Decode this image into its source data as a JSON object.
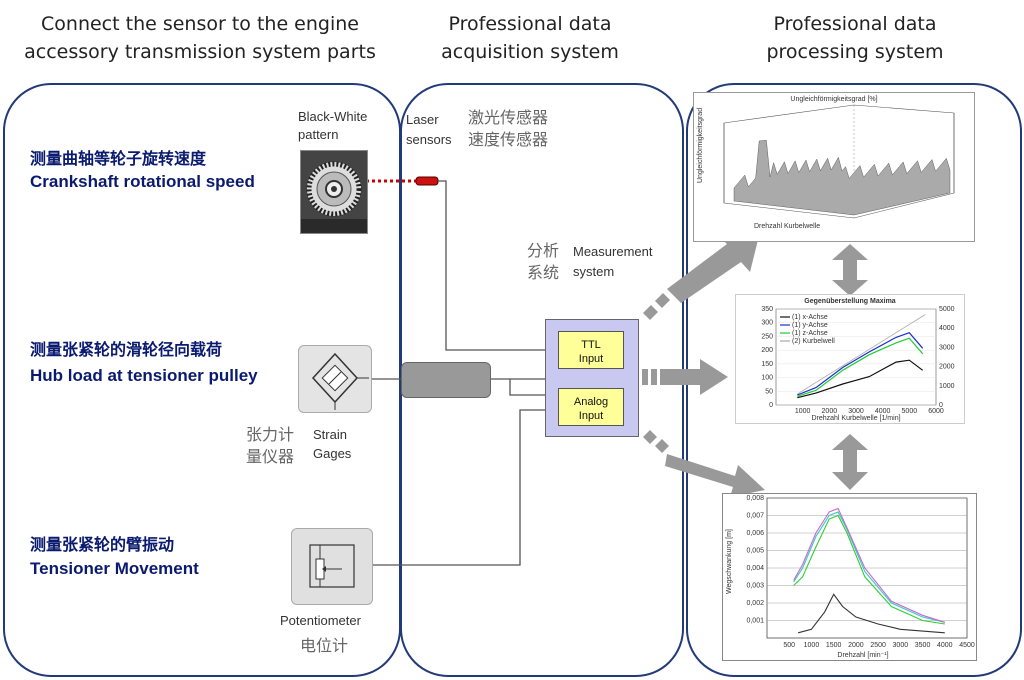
{
  "headers": {
    "left": [
      "Connect the sensor to the engine",
      "accessory transmission system parts"
    ],
    "middle": [
      "Professional data",
      "acquisition system"
    ],
    "right": [
      "Professional data",
      "processing system"
    ]
  },
  "left_panel": {
    "crankshaft": {
      "cn": "测量曲轴等轮子旋转速度",
      "en": "Crankshaft rotational speed"
    },
    "hubload": {
      "cn": "测量张紧轮的滑轮径向载荷",
      "en": "Hub load at tensioner pulley"
    },
    "tensioner": {
      "cn": "测量张紧轮的臂振动",
      "en": "Tensioner Movement"
    },
    "bw_pattern": [
      "Black-White",
      "pattern"
    ],
    "strain": {
      "cn": [
        "张力计",
        "量仪器"
      ],
      "en": [
        "Strain",
        "Gages"
      ]
    },
    "potentiometer": {
      "en": "Potentiometer",
      "cn": "电位计"
    }
  },
  "middle_panel": {
    "laser": {
      "en": [
        "Laser",
        "sensors"
      ],
      "cn": [
        "激光传感器",
        "速度传感器"
      ]
    },
    "measurement": {
      "cn": [
        "分析",
        "系统"
      ],
      "en": [
        "Measurement",
        "system"
      ]
    },
    "ttl": [
      "TTL",
      "Input"
    ],
    "analog": [
      "Analog",
      "Input"
    ]
  },
  "chart_data": [
    {
      "type": "area",
      "title": "Ungleichförmigkeitsgrad [%]",
      "xlabel": "Drehzahl Kurbelwelle",
      "ylabel": "Ungleichförmigkeitsgrad",
      "note": "3D waterfall surface plot"
    },
    {
      "type": "line",
      "title": "Gegenüberstellung Maxima",
      "xlabel": "Drehzahl Kurbelwelle [1/min]",
      "xlim": [
        0,
        6000
      ],
      "ylim": [
        0,
        350
      ],
      "y2lim": [
        0,
        5000
      ],
      "xticks": [
        "1000",
        "2000",
        "3000",
        "4000",
        "5000",
        "6000"
      ],
      "yticks": [
        "0",
        "50",
        "100",
        "150",
        "200",
        "250",
        "300",
        "350"
      ],
      "y2ticks": [
        "0",
        "1000",
        "2000",
        "3000",
        "4000",
        "5000"
      ],
      "legend": [
        "(1) x-Achse",
        "(1) y-Achse",
        "(1) z-Achse",
        "(2) Kurbelwell"
      ],
      "series_colors": [
        "#111111",
        "#1a2ecc",
        "#22cc33",
        "#aaaaaa"
      ],
      "series": [
        {
          "name": "(1) x-Achse",
          "x": [
            800,
            1500,
            2500,
            3500,
            4500,
            5000,
            5500
          ],
          "values": [
            20,
            50,
            70,
            110,
            150,
            170,
            120
          ]
        },
        {
          "name": "(1) y-Achse",
          "x": [
            800,
            1500,
            2500,
            3500,
            4500,
            5000,
            5500
          ],
          "values": [
            30,
            70,
            130,
            200,
            240,
            270,
            200
          ]
        },
        {
          "name": "(1) z-Achse",
          "x": [
            800,
            1500,
            2500,
            3500,
            4500,
            5000,
            5500
          ],
          "values": [
            25,
            60,
            120,
            190,
            220,
            250,
            180
          ]
        }
      ]
    },
    {
      "type": "line",
      "xlabel": "Drehzahl [min⁻¹]",
      "ylabel": "Wegschwankung [m]",
      "xlim": [
        0,
        4500
      ],
      "ylim": [
        0,
        0.008
      ],
      "xticks": [
        "500",
        "1000",
        "1500",
        "2000",
        "2500",
        "3000",
        "3500",
        "4000",
        "4500"
      ],
      "yticks": [
        "0,001",
        "0,002",
        "0,003",
        "0,004",
        "0,005",
        "0,006",
        "0,007",
        "0,008"
      ],
      "series_colors": [
        "#333333",
        "#33cc33",
        "#33cccc",
        "#cc66cc"
      ],
      "series": [
        {
          "x": [
            700,
            1000,
            1300,
            1500,
            1700,
            2000,
            2500,
            3000,
            4000
          ],
          "values": [
            0.0003,
            0.0005,
            0.0015,
            0.0025,
            0.0018,
            0.0012,
            0.0008,
            0.0005,
            0.0003
          ]
        },
        {
          "x": [
            600,
            800,
            1100,
            1400,
            1600,
            1800,
            2200,
            2800,
            3500,
            4000
          ],
          "values": [
            0.003,
            0.0035,
            0.0052,
            0.0068,
            0.007,
            0.006,
            0.0035,
            0.0018,
            0.001,
            0.0008
          ]
        },
        {
          "x": [
            600,
            800,
            1100,
            1400,
            1600,
            1800,
            2200,
            2800,
            3500,
            4000
          ],
          "values": [
            0.0032,
            0.004,
            0.0058,
            0.007,
            0.0072,
            0.0062,
            0.0038,
            0.002,
            0.0012,
            0.0009
          ]
        },
        {
          "x": [
            600,
            800,
            1100,
            1400,
            1600,
            1800,
            2200,
            2800,
            3500,
            4000
          ],
          "values": [
            0.0033,
            0.0042,
            0.006,
            0.0072,
            0.0074,
            0.0063,
            0.004,
            0.0021,
            0.0013,
            0.0009
          ]
        }
      ]
    }
  ]
}
